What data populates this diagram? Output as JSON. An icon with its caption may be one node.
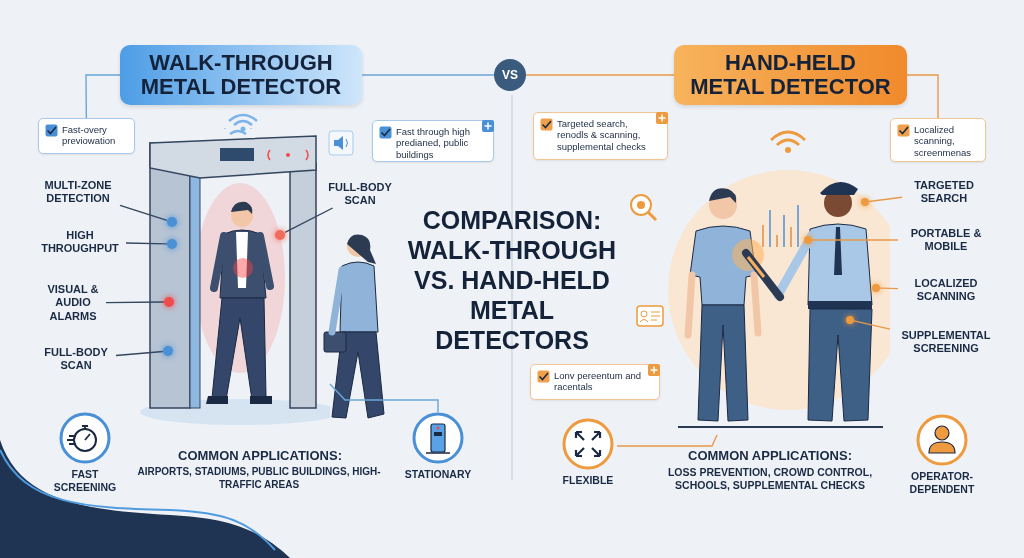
{
  "diagram": {
    "title": "COMPARISON: WALK-THROUGH VS. HAND-HELD METAL DETECTORS",
    "nodes": [
      {
        "text": [
          "WALK-THROUGH METAL DETECTOR"
        ]
      },
      {
        "text": [
          "VS"
        ]
      },
      {
        "text": [
          "HAND-HELD METAL DETECTOR"
        ]
      },
      {
        "text": [
          "Fast-overy previowation"
        ]
      },
      {
        "text": [
          "Fast through high predianed, public buildings"
        ]
      },
      {
        "text": [
          "Targeted search, renodls & scanning, supplemental checks"
        ]
      },
      {
        "text": [
          "Localized scanning, screenmenas"
        ]
      },
      {
        "text": [
          "MULTI-ZONE DETECTION"
        ]
      },
      {
        "text": [
          "FULL-BODY SCAN"
        ]
      },
      {
        "text": [
          "HIGH THROUGHPUT"
        ]
      },
      {
        "text": [
          "VISUAL & AUDIO ALARMS"
        ]
      },
      {
        "text": [
          "FULL-BODY SCAN"
        ]
      },
      {
        "text": [],
        "shape": "picture"
      },
      {
        "text": [],
        "shape": "circle",
        "in": 12
      },
      {
        "text": [],
        "shape": "circle",
        "in": 12
      },
      {
        "text": [],
        "shape": "circle",
        "in": 12
      },
      {
        "text": [],
        "shape": "circle",
        "in": 12
      },
      {
        "text": [],
        "shape": "circle",
        "in": 12
      },
      {
        "text": [
          "TARGETED SEARCH"
        ]
      },
      {
        "text": [
          "PORTABLE & MOBILE"
        ]
      },
      {
        "text": [
          "LOCALIZED SCANNING"
        ]
      },
      {
        "text": [
          "SUPPLEMENTAL SCREENING"
        ]
      },
      {
        "text": [],
        "shape": "picture"
      },
      {
        "text": [],
        "shape": "circle",
        "in": 22
      },
      {
        "text": [],
        "shape": "circle",
        "in": 22
      },
      {
        "text": [],
        "shape": "circle",
        "in": 22
      },
      {
        "text": [],
        "shape": "circle",
        "in": 22
      },
      {
        "text": [
          "Lonv pereentum and racentals"
        ]
      },
      {
        "text": [
          "FAST SCREENING"
        ]
      },
      {
        "text": [
          "STATIONARY"
        ]
      },
      {
        "text": [
          "FLEXIBLE"
        ]
      },
      {
        "text": [
          "OPERATOR-DEPENDENT"
        ]
      }
    ],
    "edges": [
      {
        "from": 0,
        "to": 3,
        "arrow": "none",
        "color": "#6aa6d8"
      },
      {
        "from": 0,
        "to": 1,
        "arrow": "none",
        "color": "#6aa6d8"
      },
      {
        "from": 1,
        "to": 2,
        "arrow": "none"
      },
      {
        "from": 2,
        "to": 6,
        "arrow": "none"
      },
      {
        "from": 7,
        "to": 13,
        "arrow": "none",
        "color": "#34455e"
      },
      {
        "from": 8,
        "to": 17,
        "arrow": "none",
        "color": "#34455e"
      },
      {
        "from": 9,
        "to": 14,
        "arrow": "none",
        "color": "#34455e"
      },
      {
        "from": 10,
        "to": 15,
        "arrow": "none",
        "color": "#34455e"
      },
      {
        "from": 11,
        "to": 16,
        "arrow": "none",
        "color": "#34455e"
      },
      {
        "from": 18,
        "to": 23,
        "arrow": "none"
      },
      {
        "from": 19,
        "to": 24,
        "arrow": "none"
      },
      {
        "from": 20,
        "to": 25,
        "arrow": "none"
      },
      {
        "from": 21,
        "to": 26,
        "arrow": "none"
      },
      {
        "from": 12,
        "to": 29,
        "arrow": "none",
        "color": "#6aa6d8"
      },
      {
        "from": 22,
        "to": 30,
        "arrow": "none"
      }
    ],
    "labels": [
      "COMMON APPLICATIONS:",
      "AIRPORTS, STADIUMS, PUBLIC BUILDINGS, HIGH-TRAFFIC AREAS",
      "COMMON APPLICATIONS:",
      "LOSS PREVENTION, CROWD CONTROL, SCHOOLS, SUPPLEMENTAL CHECKS"
    ]
  }
}
